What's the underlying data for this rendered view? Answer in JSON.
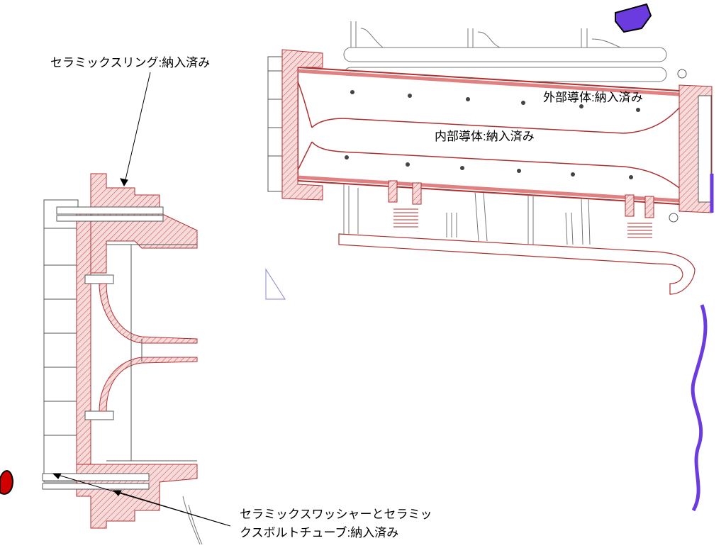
{
  "labels": {
    "ceramic_ring": "セラミックスリング:納入済み",
    "outer_conductor": "外部導体:納入済み",
    "inner_conductor": "内部導体:納入済み",
    "washer_line1": "セラミックスワッシャーとセラミッ",
    "washer_line2": "クスボルトチューブ:納入済み"
  },
  "colors": {
    "hatch": "#e2a4a4",
    "outline": "#b03030",
    "line": "#5a5a5a",
    "accent_purple": "#6b3be0",
    "accent_red": "#d00000"
  }
}
